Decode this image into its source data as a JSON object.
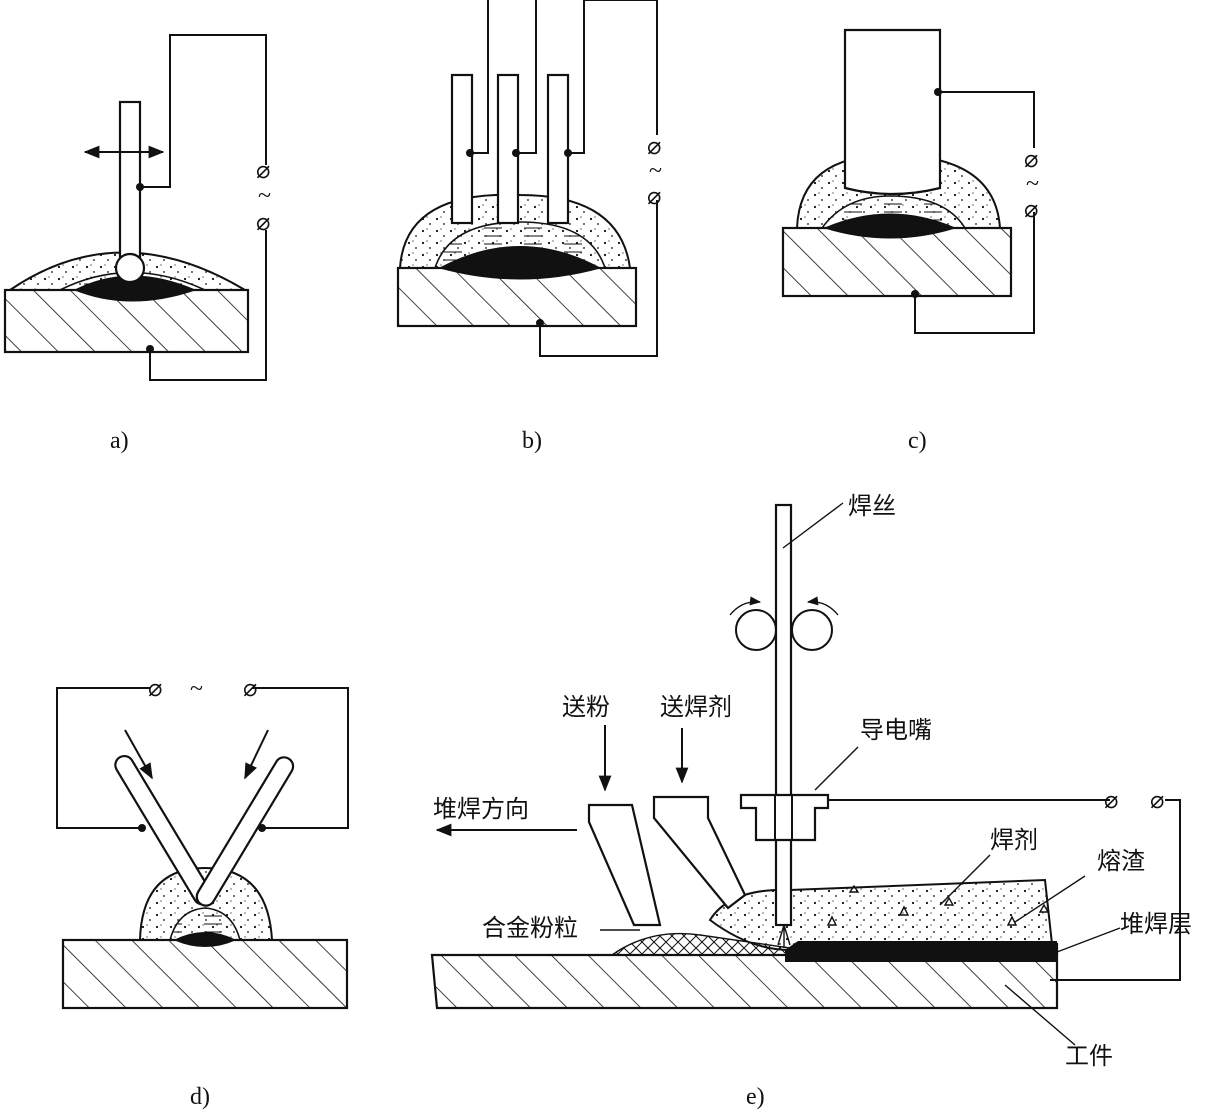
{
  "labels": {
    "a": "a)",
    "b": "b)",
    "c": "c)",
    "d": "d)",
    "e": "e)"
  },
  "symbols": {
    "terminal": "⌀",
    "ac": "~"
  },
  "annotations": {
    "wire": "焊丝",
    "feed_powder": "送粉",
    "feed_flux": "送焊剂",
    "contact_tip": "导电嘴",
    "direction": "堆焊方向",
    "flux": "焊剂",
    "slag": "熔渣",
    "alloy_powder": "合金粉粒",
    "overlay_layer": "堆焊层",
    "workpiece": "工件"
  }
}
